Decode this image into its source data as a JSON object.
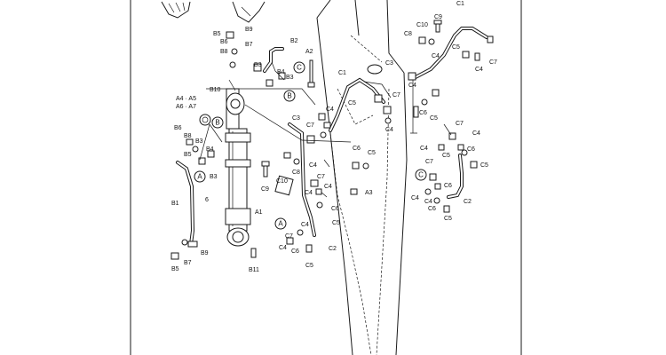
{
  "labels": {
    "c1_top": "C1",
    "c10_top": "C10",
    "c8_top": "C8",
    "c9_top": "C9",
    "c5_top": "C5",
    "c4_top_a": "C4",
    "c7_top": "C7",
    "c4_top_b": "C4",
    "c3_mid": "C3",
    "c4_mid_a": "C4",
    "c5_mid_a": "C5",
    "c6_mid": "C6",
    "c7_mid_a": "C7",
    "c4_mid_b": "C4",
    "b9": "B9",
    "b6_top": "B6",
    "b7_top": "B7",
    "b8_top": "B8",
    "b2": "B2",
    "b3_top": "B3",
    "b4_top": "B4",
    "b3_top2": "B3",
    "b10": "B10",
    "a2": "A2",
    "c1_mid": "C1",
    "c5_mid_b": "C5",
    "c4_mid_c": "C4",
    "a4a5": "A4 · A5",
    "a6a7": "A6 · A7",
    "b6_left": "B6",
    "b8_left": "B8",
    "b3_left": "B3",
    "b4_left": "B4",
    "b5_left": "B5",
    "b3_left2": "B3",
    "c3_cyl": "C3",
    "c7_cyl": "C7",
    "c4_cyl_a": "C4",
    "c6_cyl": "C6",
    "c10_cyl": "C10",
    "c8_cyl": "C8",
    "c9_cyl": "C9",
    "c4_cyl_b": "C4",
    "c5_cyl": "C5",
    "c7_cyl2": "C7",
    "c4_cyl_c": "C4",
    "a1": "A1",
    "a3": "A3",
    "c6_cyl2": "C6",
    "c5_cyl2": "C5",
    "b1": "B1",
    "c7_low": "C7",
    "c4_low_a": "C4",
    "c6_low": "C6",
    "c4_low_b": "C4",
    "c5_low": "C5",
    "c2_low": "C2",
    "b5_bot": "B5",
    "b7_bot": "B7",
    "b9_bot": "B9",
    "b11": "B11",
    "c7_right": "C7",
    "c4_right_a": "C4",
    "c4_right_b": "C4",
    "c6_right_a": "C6",
    "c5_right_a": "C5",
    "c7_right2": "C7",
    "c4_right_c": "C4",
    "c5_right_b": "C5",
    "c6_right_b": "C6",
    "c4_right_d": "C4",
    "c6_right_c": "C6",
    "c5_right_c": "C5",
    "c2_right": "C2",
    "six": "6",
    "circ_b_top": "B",
    "circ_c_top": "C",
    "circ_b_mid": "B",
    "circ_a_left": "A",
    "circ_a_low": "A",
    "circ_c_right": "C"
  }
}
